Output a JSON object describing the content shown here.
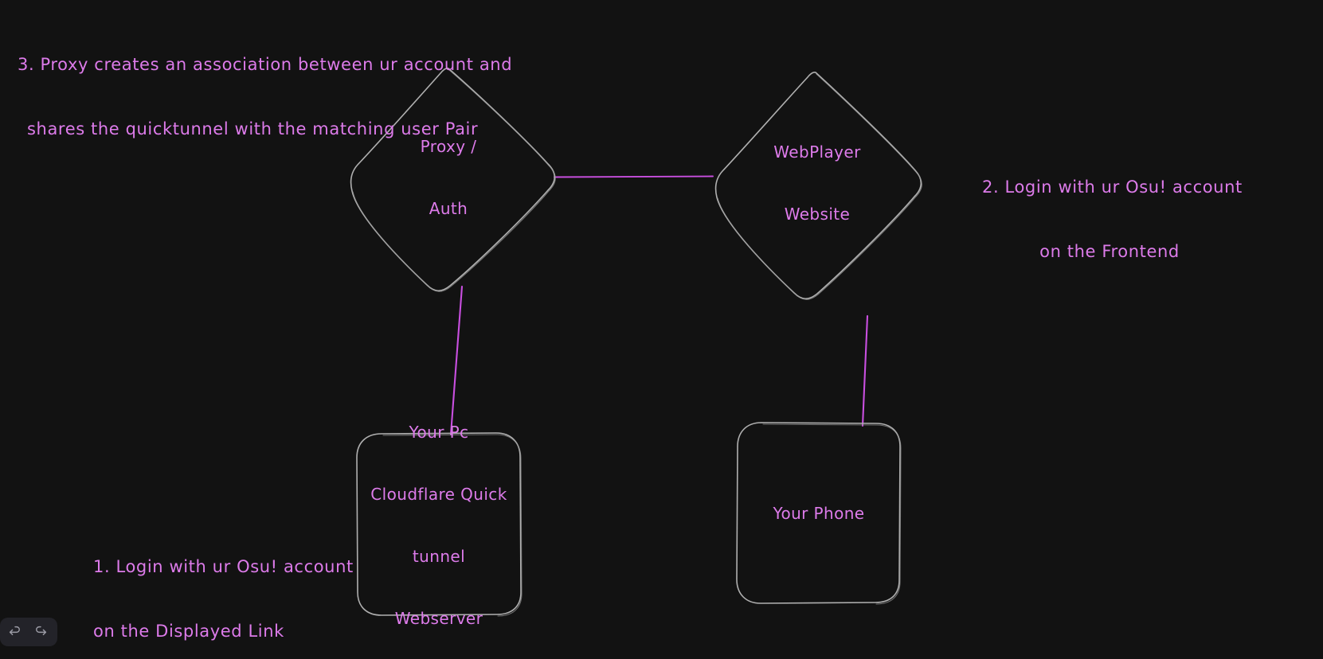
{
  "canvas": {
    "background_color": "#121212",
    "stroke_color": "#b8b8b8",
    "text_color": "#dd7bea",
    "edge_color": "#c94fe0"
  },
  "annotations": [
    {
      "id": "note-3",
      "name": "annotation-step-3",
      "align": "left",
      "line1": "3. Proxy creates an association between ur account and",
      "line2": "shares the quicktunnel with the matching user Pair"
    },
    {
      "id": "note-2",
      "name": "annotation-step-2",
      "align": "center",
      "line1": "2. Login with ur Osu! account",
      "line2": "on the Frontend"
    },
    {
      "id": "note-1",
      "name": "annotation-step-1",
      "align": "left",
      "line1": "1. Login with ur Osu! account",
      "line2": "on the Displayed Link"
    }
  ],
  "nodes": [
    {
      "id": "proxy-auth",
      "name": "node-proxy-auth",
      "shape": "diamond",
      "lines": [
        "Proxy /",
        "Auth"
      ]
    },
    {
      "id": "webplayer-website",
      "name": "node-webplayer-website",
      "shape": "diamond",
      "lines": [
        "WebPlayer",
        "Website"
      ]
    },
    {
      "id": "your-pc",
      "name": "node-your-pc",
      "shape": "rounded-rect",
      "lines": [
        "Your Pc",
        "Cloudflare Quick",
        "tunnel",
        "Webserver"
      ]
    },
    {
      "id": "your-phone",
      "name": "node-your-phone",
      "shape": "rounded-rect",
      "lines": [
        "Your Phone"
      ]
    }
  ],
  "edges": [
    {
      "id": "edge-proxy-webplayer",
      "name": "edge-proxy-to-webplayer",
      "from": "proxy-auth",
      "to": "webplayer-website"
    },
    {
      "id": "edge-proxy-pc",
      "name": "edge-proxy-to-your-pc",
      "from": "proxy-auth",
      "to": "your-pc"
    },
    {
      "id": "edge-webplayer-phone",
      "name": "edge-webplayer-to-your-phone",
      "from": "webplayer-website",
      "to": "your-phone"
    }
  ],
  "toolbar": {
    "undo_label": "Undo",
    "redo_label": "Redo",
    "undo_icon": "undo-arrow-icon",
    "redo_icon": "redo-arrow-icon"
  }
}
